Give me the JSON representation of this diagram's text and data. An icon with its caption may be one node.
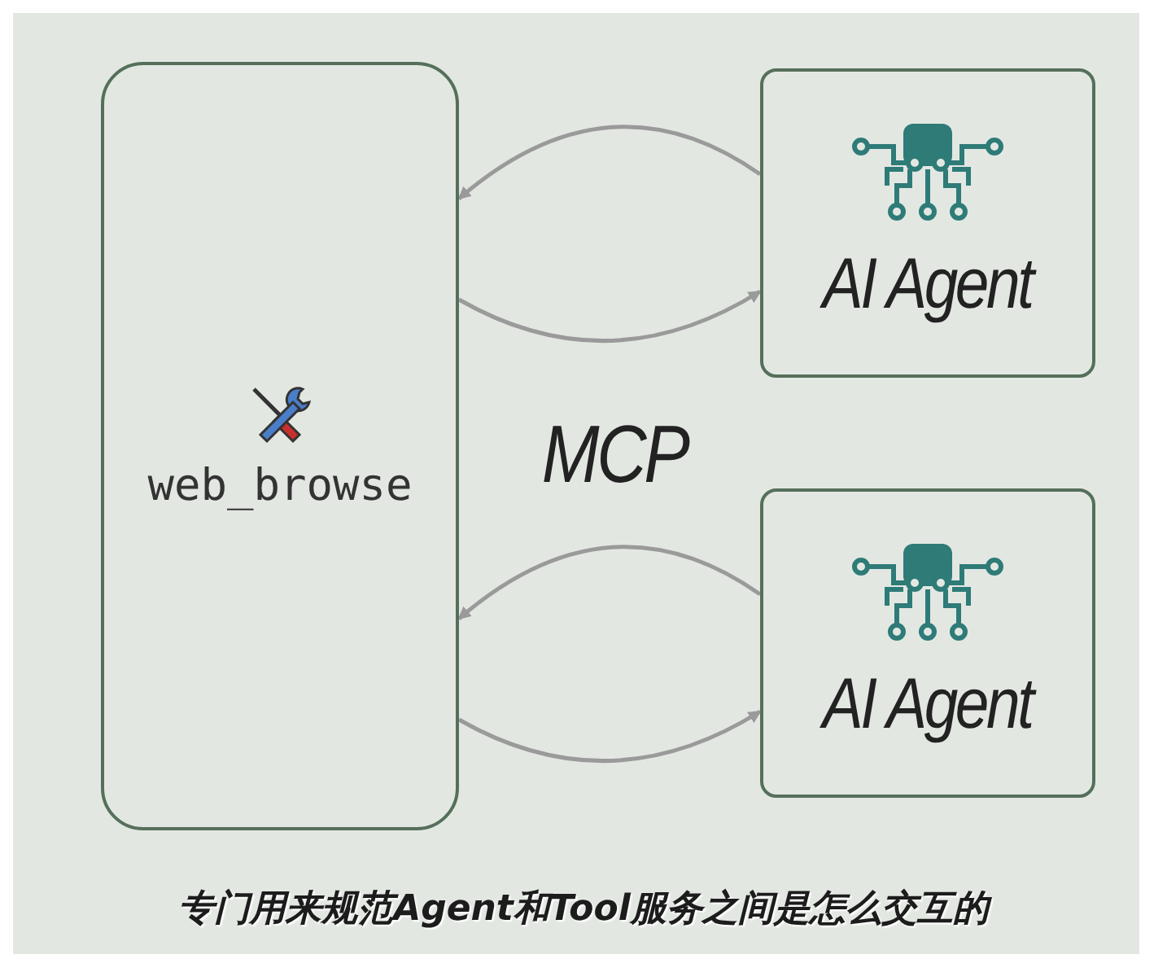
{
  "diagram": {
    "caption": "专门用来规范Agent和Tool服务之间是怎么交互的",
    "nodes": [
      {
        "text": [
          "web_browse"
        ]
      },
      {
        "text": [
          "AI Agent"
        ]
      },
      {
        "text": [
          "AI Agent"
        ]
      }
    ],
    "edges": [
      {
        "from": 1,
        "to": 0,
        "arrow": "to"
      },
      {
        "from": 0,
        "to": 1,
        "arrow": "to"
      },
      {
        "from": 2,
        "to": 0,
        "arrow": "to"
      },
      {
        "from": 0,
        "to": 2,
        "arrow": "to"
      }
    ],
    "labels": [
      "MCP"
    ]
  }
}
